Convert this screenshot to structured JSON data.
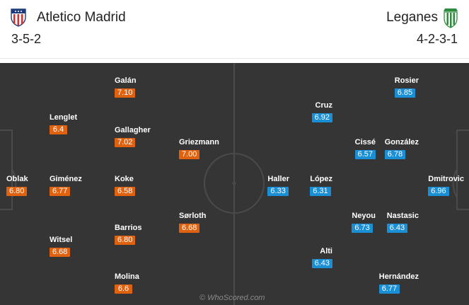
{
  "home": {
    "name": "Atletico Madrid",
    "formation": "3-5-2",
    "color": "#e0620f",
    "players": [
      {
        "name": "Oblak",
        "rating": "6.80"
      },
      {
        "name": "Lenglet",
        "rating": "6.4"
      },
      {
        "name": "Giménez",
        "rating": "6.77"
      },
      {
        "name": "Witsel",
        "rating": "6.68"
      },
      {
        "name": "Galán",
        "rating": "7.10"
      },
      {
        "name": "Gallagher",
        "rating": "7.02"
      },
      {
        "name": "Koke",
        "rating": "6.58"
      },
      {
        "name": "Barrios",
        "rating": "6.80"
      },
      {
        "name": "Molina",
        "rating": "6.6"
      },
      {
        "name": "Griezmann",
        "rating": "7.00"
      },
      {
        "name": "Sørloth",
        "rating": "6.68"
      }
    ]
  },
  "away": {
    "name": "Leganes",
    "formation": "4-2-3-1",
    "color": "#1a8fd6",
    "players": [
      {
        "name": "Dmitrovic",
        "rating": "6.96"
      },
      {
        "name": "Rosier",
        "rating": "6.85"
      },
      {
        "name": "González",
        "rating": "6.78"
      },
      {
        "name": "Nastasic",
        "rating": "6.43"
      },
      {
        "name": "Hernández",
        "rating": "6.77"
      },
      {
        "name": "Cissé",
        "rating": "6.57"
      },
      {
        "name": "Neyou",
        "rating": "6.73"
      },
      {
        "name": "Cruz",
        "rating": "6.92"
      },
      {
        "name": "López",
        "rating": "6.31"
      },
      {
        "name": "Alti",
        "rating": "6.43"
      },
      {
        "name": "Haller",
        "rating": "6.33"
      }
    ]
  },
  "watermark": "© WhoScored.com",
  "pitch_color": "#353535"
}
